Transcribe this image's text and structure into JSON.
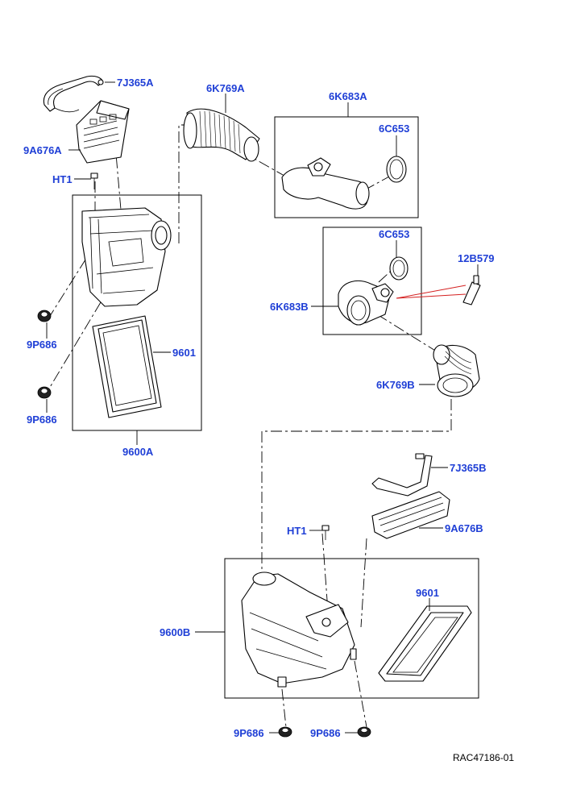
{
  "diagram": {
    "colors": {
      "callout": "#1f3fd6",
      "line": "#000000",
      "leader_red": "#d42020",
      "background": "#ffffff"
    },
    "callouts": {
      "c_7J365A": "7J365A",
      "c_9A676A": "9A676A",
      "c_HT1_top": "HT1",
      "c_6K769A": "6K769A",
      "c_6K683A": "6K683A",
      "c_6C653_top": "6C653",
      "c_6C653_mid": "6C653",
      "c_12B579": "12B579",
      "c_6K683B": "6K683B",
      "c_6K769B": "6K769B",
      "c_9601_top": "9601",
      "c_9P686_a": "9P686",
      "c_9P686_b": "9P686",
      "c_9600A": "9600A",
      "c_7J365B": "7J365B",
      "c_9A676B": "9A676B",
      "c_HT1_bottom": "HT1",
      "c_9601_bottom": "9601",
      "c_9600B": "9600B",
      "c_9P686_c": "9P686",
      "c_9P686_d": "9P686"
    },
    "reference_code": "RAC47186-01"
  }
}
